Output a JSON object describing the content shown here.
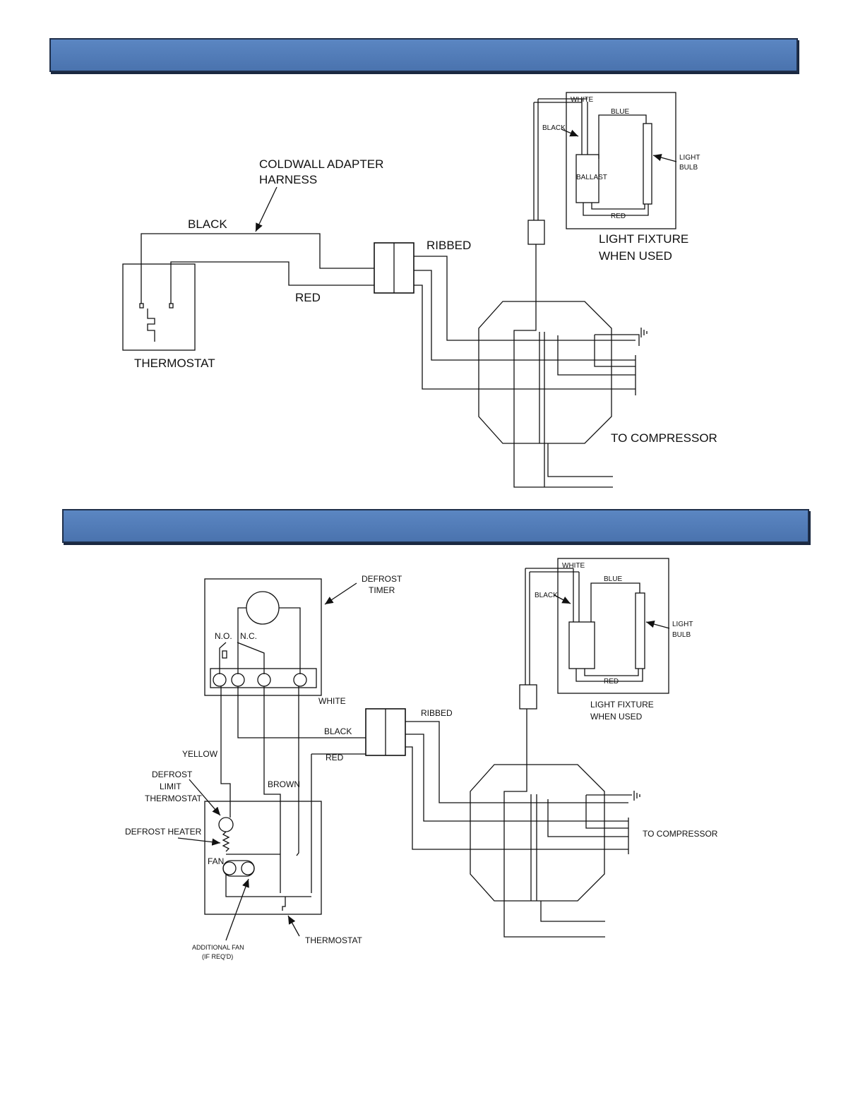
{
  "diagram1": {
    "harness_label": [
      "COLDWALL ADAPTER",
      "HARNESS"
    ],
    "black": "BLACK",
    "red": "RED",
    "ribbed": "RIBBED",
    "thermostat": "THERMOSTAT",
    "white": "WHITE",
    "blue": "BLUE",
    "fixture_black": "BLACK",
    "ballast": "BALLAST",
    "fixture_red": "RED",
    "light_bulb": [
      "LIGHT",
      "BULB"
    ],
    "light_fixture": [
      "LIGHT FIXTURE",
      "WHEN USED"
    ],
    "to_compressor": "TO COMPRESSOR"
  },
  "diagram2": {
    "defrost_timer": [
      "DEFROST",
      "TIMER"
    ],
    "no": "N.O.",
    "nc": "N.C.",
    "white": "WHITE",
    "black": "BLACK",
    "ribbed": "RIBBED",
    "red": "RED",
    "yellow": "YELLOW",
    "brown": "BROWN",
    "defrost_limit_thermostat": [
      "DEFROST",
      "LIMIT",
      "THERMOSTAT"
    ],
    "defrost_heater": "DEFROST HEATER",
    "fan": "FAN",
    "additional_fan": [
      "ADDITIONAL FAN",
      "(IF REQ'D)"
    ],
    "thermostat": "THERMOSTAT",
    "fixture_white": "WHITE",
    "blue": "BLUE",
    "fixture_black": "BLACK",
    "fixture_red": "RED",
    "light_bulb": [
      "LIGHT",
      "BULB"
    ],
    "light_fixture": [
      "LIGHT FIXTURE",
      "WHEN USED"
    ],
    "to_compressor": "TO COMPRESSOR"
  }
}
